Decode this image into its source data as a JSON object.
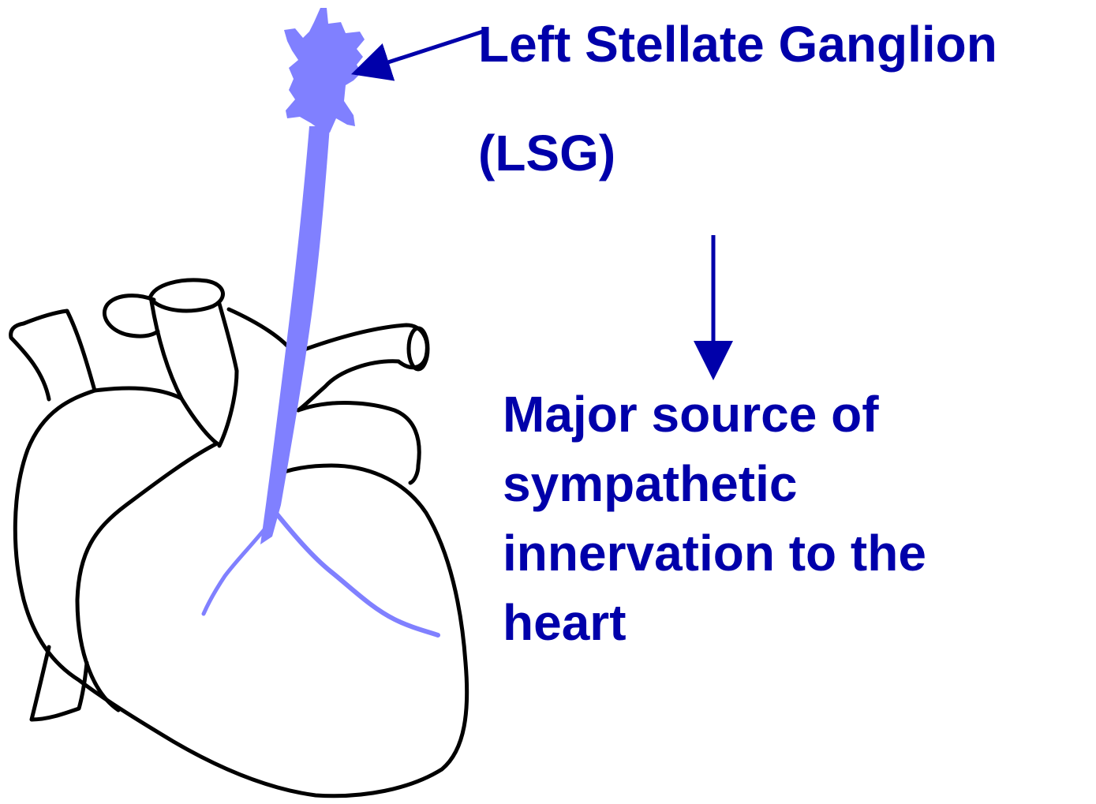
{
  "colors": {
    "label_text": "#0000aa",
    "arrow": "#0000aa",
    "nerve": "#8080ff",
    "heart_outline": "#000000",
    "background": "#ffffff"
  },
  "ganglion_label": {
    "line1": "Left Stellate Ganglion",
    "line2": "(LSG)"
  },
  "description": {
    "lines": [
      "Major source of",
      "sympathetic",
      "innervation to the",
      "heart"
    ]
  }
}
